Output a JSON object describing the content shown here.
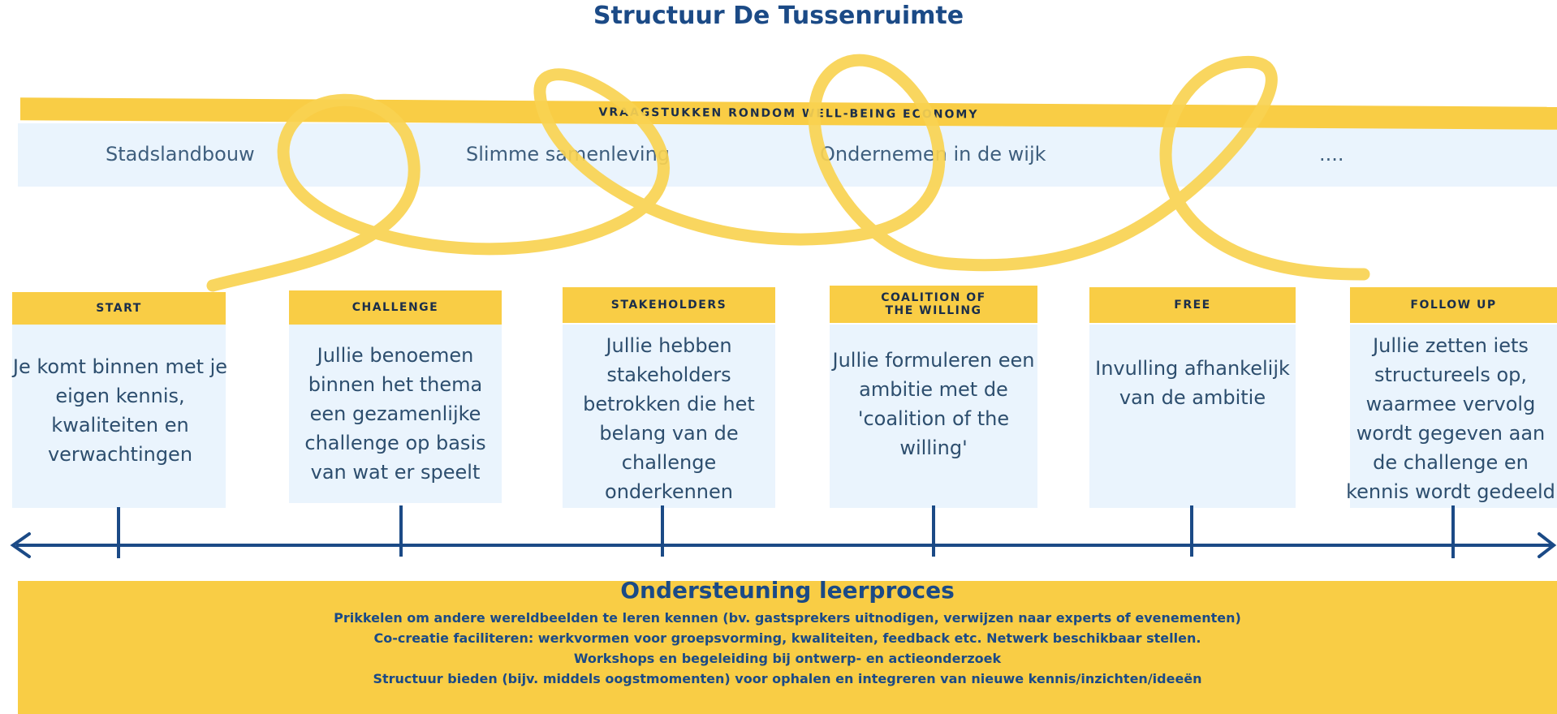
{
  "title": "Structuur De Tussenruimte",
  "themes": {
    "banner": "VRAAGSTUKKEN RONDOM WELL-BEING ECONOMY",
    "items": [
      "Stadslandbouw",
      "Slimme samenleving",
      "Ondernemen in de wijk",
      "...."
    ]
  },
  "phases": [
    {
      "label": "START",
      "text": "Je komt binnen met je eigen kennis, kwaliteiten en verwachtingen"
    },
    {
      "label": "CHALLENGE",
      "text": "Jullie benoemen binnen het thema een gezamenlijke challenge op basis van wat er speelt"
    },
    {
      "label": "STAKEHOLDERS",
      "text": "Jullie hebben stakeholders betrokken die het belang van de challenge onderkennen"
    },
    {
      "label": "COALITION OF THE WILLING",
      "text": "Jullie formuleren een ambitie met de 'coalition of the willing'"
    },
    {
      "label": "FREE",
      "text": "Invulling afhankelijk van de ambitie"
    },
    {
      "label": "FOLLOW UP",
      "text": "Jullie zetten iets structureels op, waarmee vervolg wordt gegeven aan de challenge en kennis wordt gedeeld"
    }
  ],
  "support": {
    "title": "Ondersteuning leerproces",
    "lines": [
      "Prikkelen om andere wereldbeelden te leren kennen (bv. gastsprekers uitnodigen, verwijzen naar experts of evenementen)",
      "Co-creatie faciliteren: werkvormen voor groepsvorming, kwaliteiten, feedback etc. Netwerk beschikbaar stellen.",
      "Workshops en begeleiding bij ontwerp- en actieonderzoek",
      "Structuur bieden (bijv. middels oogstmomenten) voor ophalen en integreren van nieuwe kennis/inzichten/ideeën"
    ]
  },
  "colors": {
    "yellow": "#f9cd45",
    "light_blue": "#eaf4fd",
    "navy": "#1b4a86",
    "text_blue": "#2d4e6e"
  }
}
